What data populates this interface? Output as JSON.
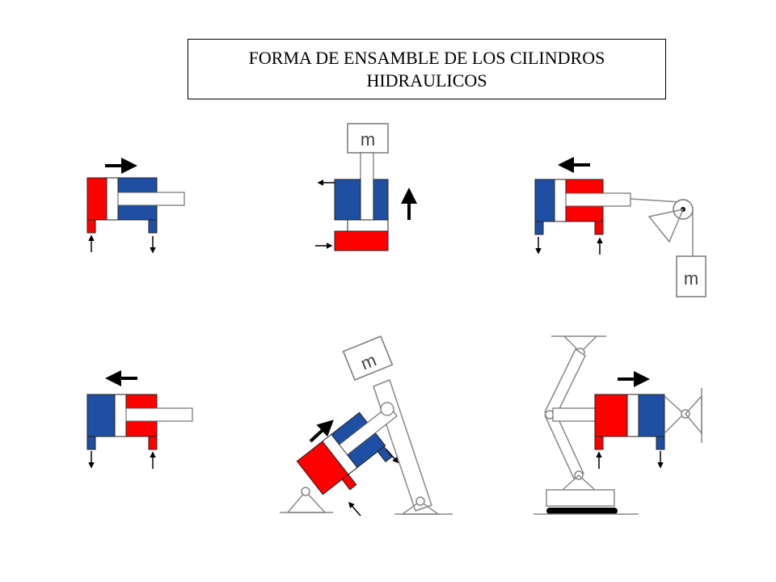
{
  "title": {
    "line1": "FORMA DE ENSAMBLE DE LOS CILINDROS",
    "line2": "HIDRAULICOS"
  },
  "mass_label": "m",
  "colors": {
    "pressure": "#ff0000",
    "return": "#1f4fa3",
    "rod": "#ffffff",
    "frame": "#a0a0a0",
    "arrow": "#000000"
  },
  "icons": [
    "arrow-right-icon",
    "arrow-left-icon",
    "arrow-up-icon",
    "pulley-icon",
    "pivot-icon",
    "base-pad-icon"
  ]
}
